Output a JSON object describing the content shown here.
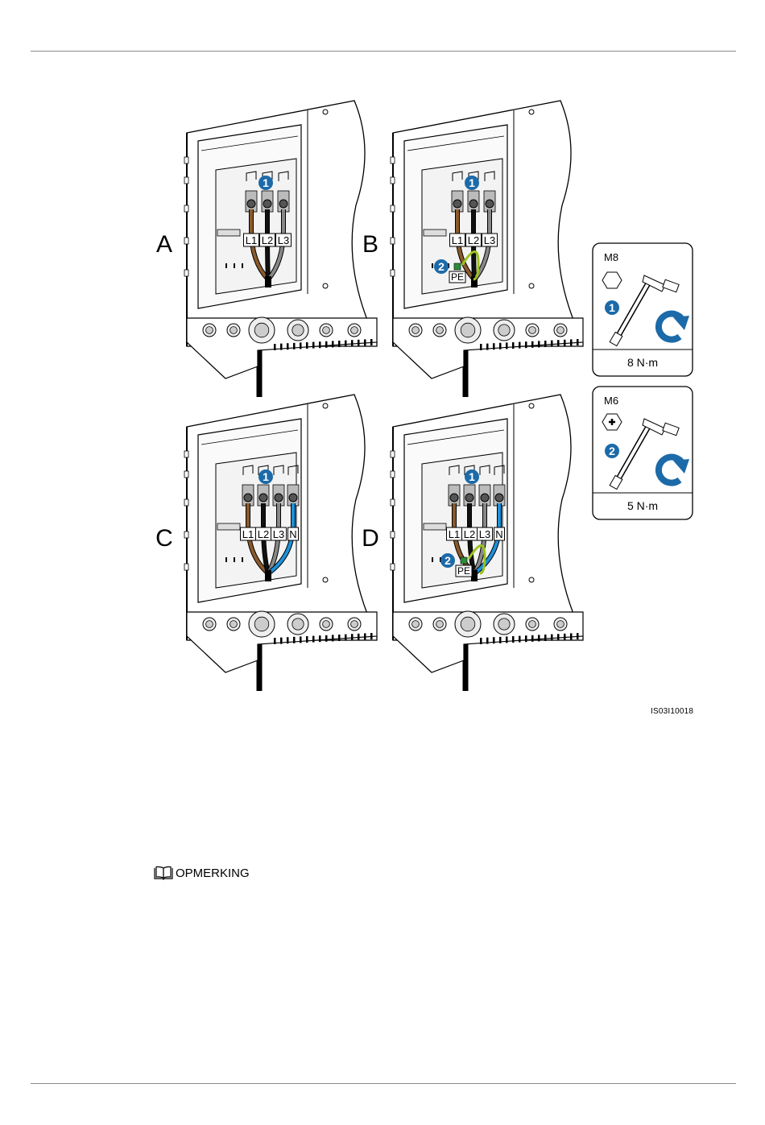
{
  "panels": [
    {
      "id": "A",
      "letter": "A",
      "labels": [
        "L1",
        "L2",
        "L3"
      ],
      "step1": "1"
    },
    {
      "id": "B",
      "letter": "B",
      "labels": [
        "L1",
        "L2",
        "L3"
      ],
      "pe": "PE",
      "step1": "1",
      "step2": "2"
    },
    {
      "id": "C",
      "letter": "C",
      "labels": [
        "L1",
        "L2",
        "L3",
        "N"
      ],
      "step1": "1"
    },
    {
      "id": "D",
      "letter": "D",
      "labels": [
        "L1",
        "L2",
        "L3",
        "N"
      ],
      "pe": "PE",
      "step1": "1",
      "step2": "2"
    }
  ],
  "tools": [
    {
      "bolt": "M8",
      "step": "1",
      "torque": "8 N·m",
      "head": "hexagon"
    },
    {
      "bolt": "M6",
      "step": "2",
      "torque": "5 N·m",
      "head": "cross"
    }
  ],
  "figure_id": "IS03I10018",
  "note": {
    "label": "OPMERKING",
    "icon": "book-icon"
  },
  "colors": {
    "step_badge": "#1c6aa8",
    "brown": "#8b5a2b",
    "blue": "#1e90d8",
    "green_yellow": "#9ac21c",
    "pe_green": "#2e8b3a"
  }
}
